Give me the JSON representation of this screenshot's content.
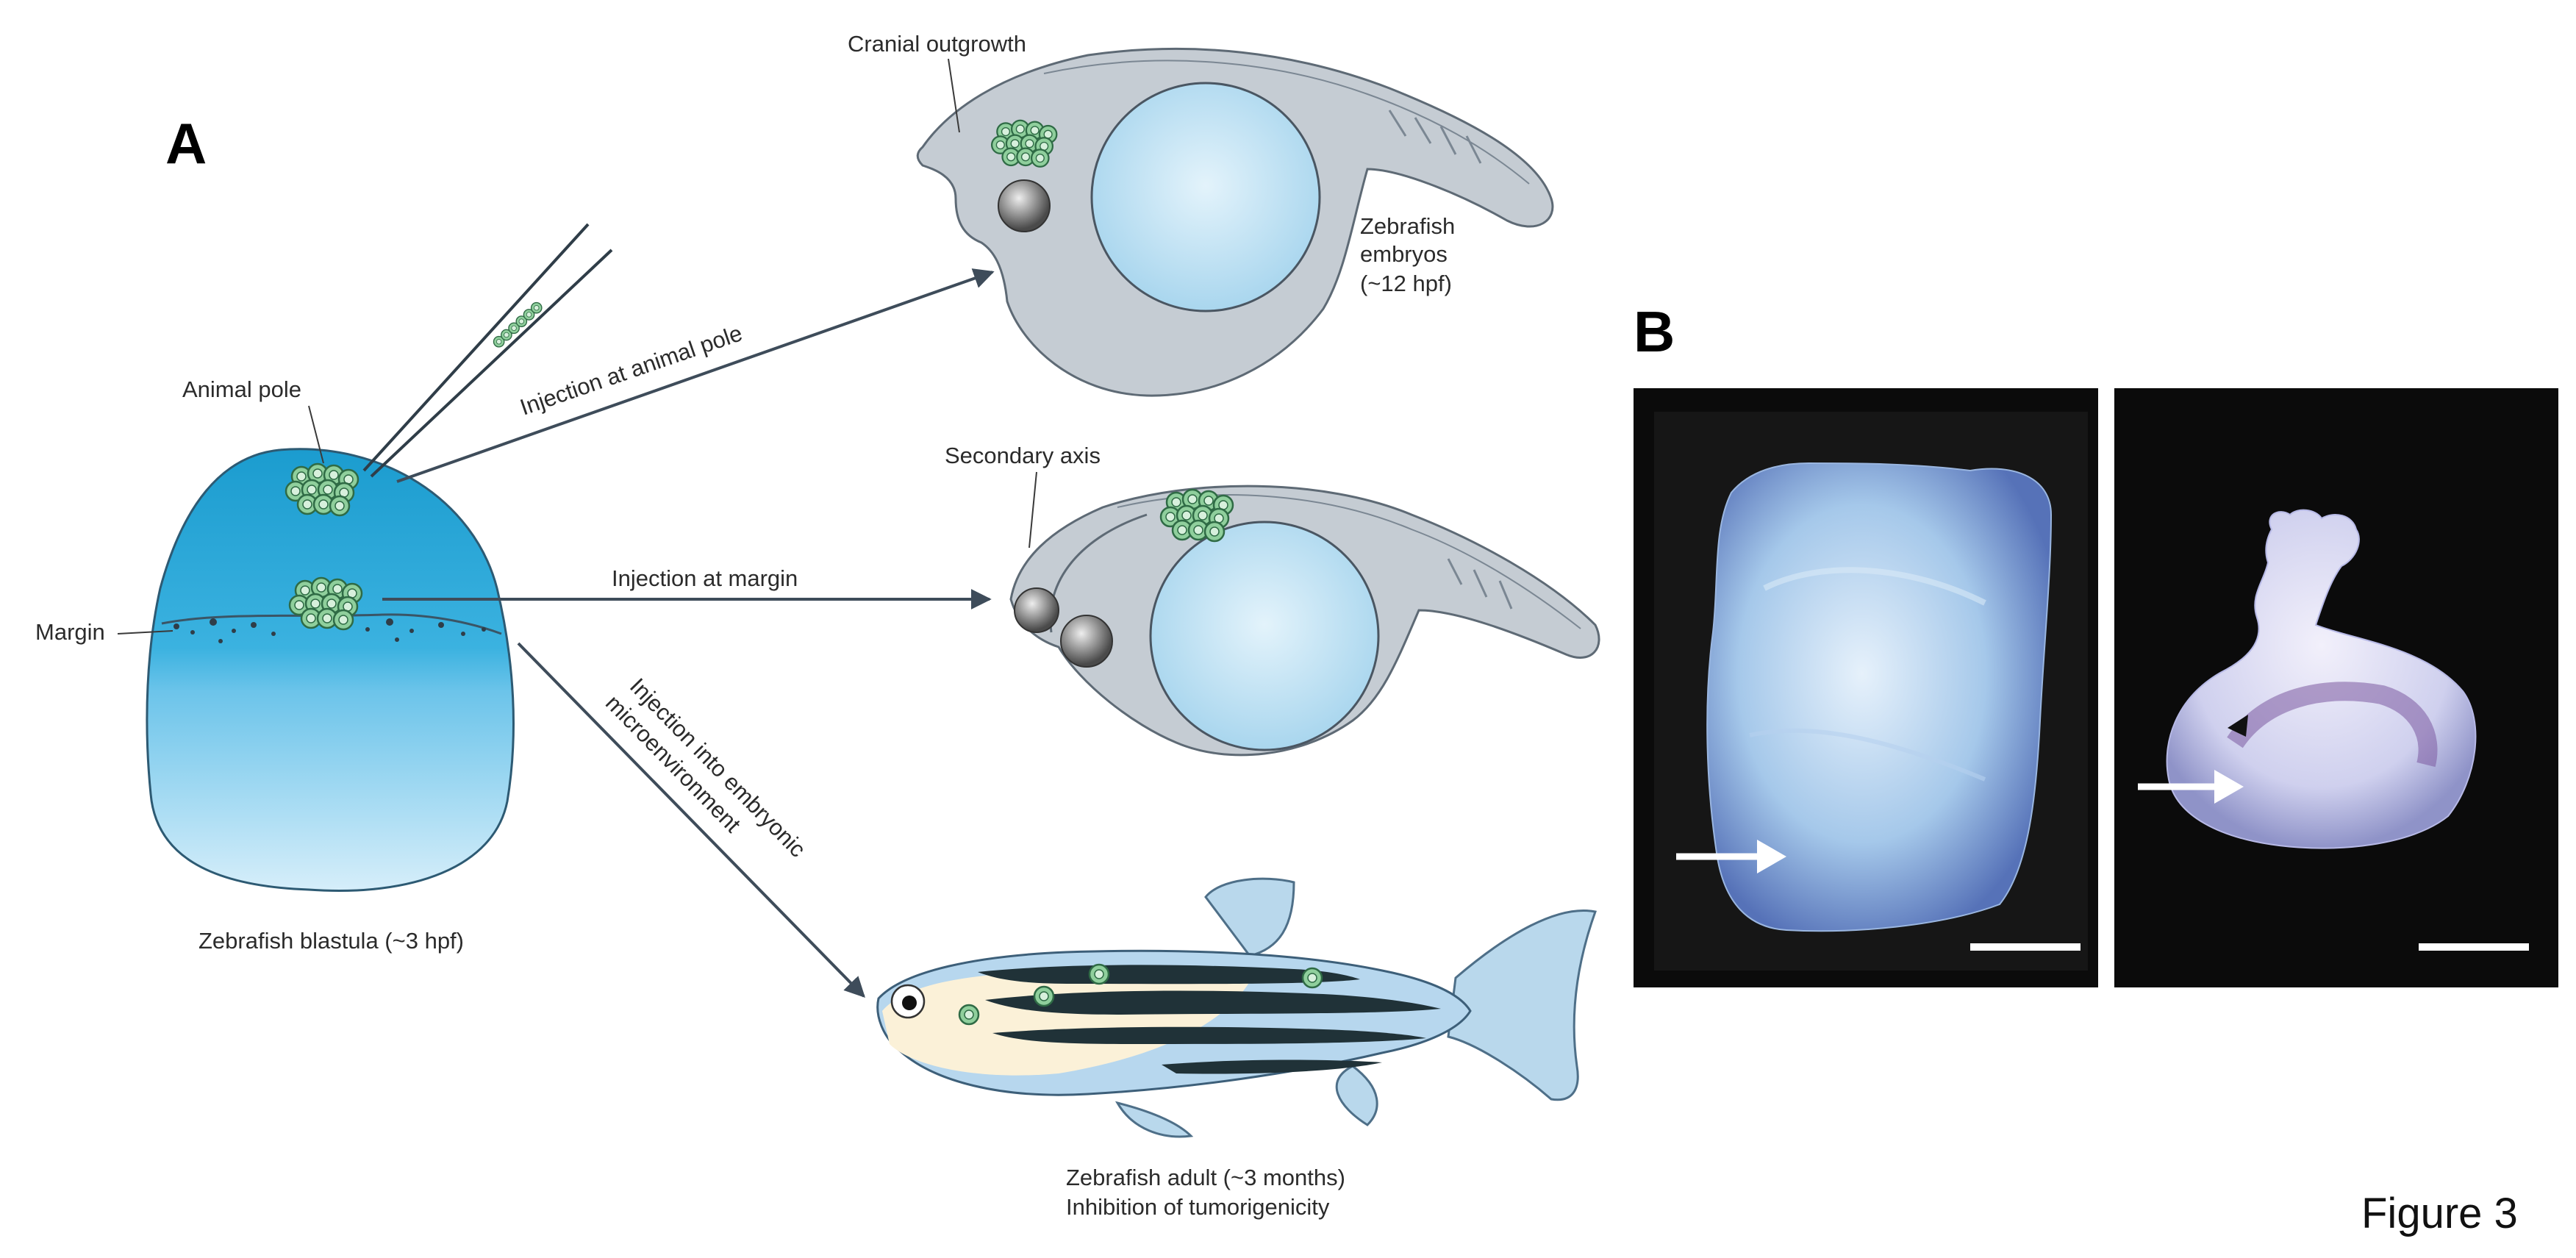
{
  "panel_a": {
    "label": "A",
    "blastula_caption": "Zebrafish blastula (~3 hpf)",
    "animal_pole_label": "Animal pole",
    "margin_label": "Margin",
    "arrow_animal_pole": "Injection at animal pole",
    "arrow_margin": "Injection at margin",
    "arrow_micro_line1": "Injection into embryonic",
    "arrow_micro_line2": "microenvironment",
    "cranial_label": "Cranial outgrowth",
    "embryo_caption_line1": "Zebrafish",
    "embryo_caption_line2": "embryos",
    "embryo_caption_line3": "(~12 hpf)",
    "secondary_axis_label": "Secondary axis",
    "adult_caption_line1": "Zebrafish adult (~3 months)",
    "adult_caption_line2": "Inhibition of tumorigenicity"
  },
  "panel_b": {
    "label": "B"
  },
  "figure_label": "Figure 3",
  "colors": {
    "blastula_blue": "#29a7d8",
    "embryo_grey": "#c5ccd3",
    "yolk_blue": "#bfe0f2",
    "cell_green": "#8fcf9c",
    "arrow_grey": "#3e4c5a",
    "photo_bg": "#0b0b0b"
  }
}
